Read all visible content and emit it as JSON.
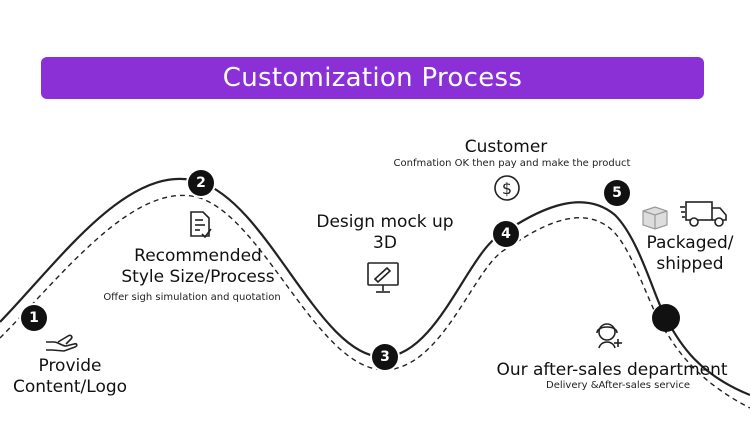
{
  "banner": {
    "title": "Customization Process",
    "color": "#8b2fd6"
  },
  "steps": [
    {
      "num": "1",
      "title": "Provide\nContent/Logo"
    },
    {
      "num": "2",
      "title": "Recommended\nStyle Size/Process",
      "subtitle": "Offer sigh simulation and quotation"
    },
    {
      "num": "3",
      "title": "Design mock up\n3D"
    },
    {
      "num": "4",
      "title": "Customer",
      "subtitle": "Confmation OK then pay and make  the product"
    },
    {
      "num": "5",
      "title": "Packaged/\nshipped"
    },
    {
      "num": "",
      "title": "Our after-sales department",
      "subtitle": "Delivery &After-sales service"
    }
  ],
  "icons": [
    "hand-icon",
    "document-icon",
    "monitor-icon",
    "dollar-icon",
    "box-icon",
    "truck-icon",
    "support-agent-icon"
  ]
}
